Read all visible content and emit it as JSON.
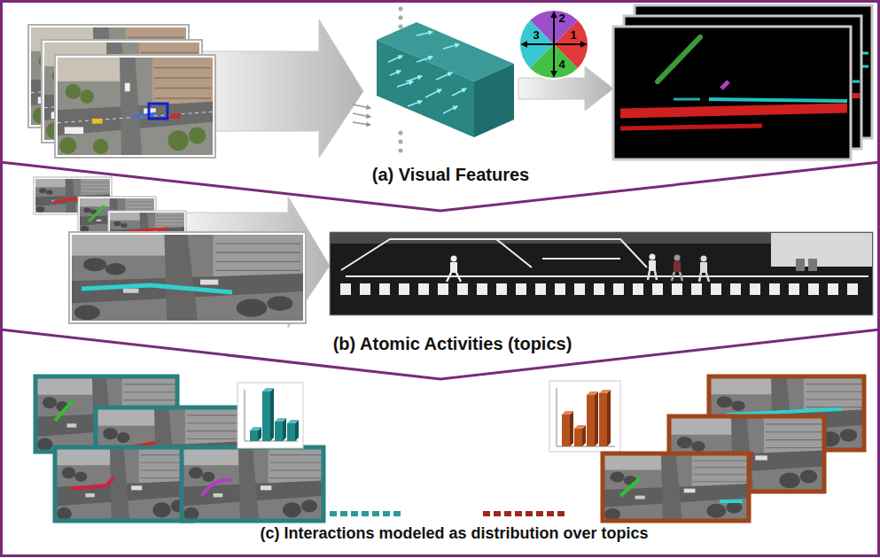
{
  "diagram": {
    "nodes": [
      {
        "text": [
          "(a) Visual Features"
        ]
      },
      {
        "text": [
          "(b) Atomic Activities (topics)"
        ]
      },
      {
        "text": [
          "(c) Interactions modeled as distribution over topics"
        ]
      }
    ],
    "labels": [
      "2",
      "3",
      "1",
      "4"
    ]
  }
}
